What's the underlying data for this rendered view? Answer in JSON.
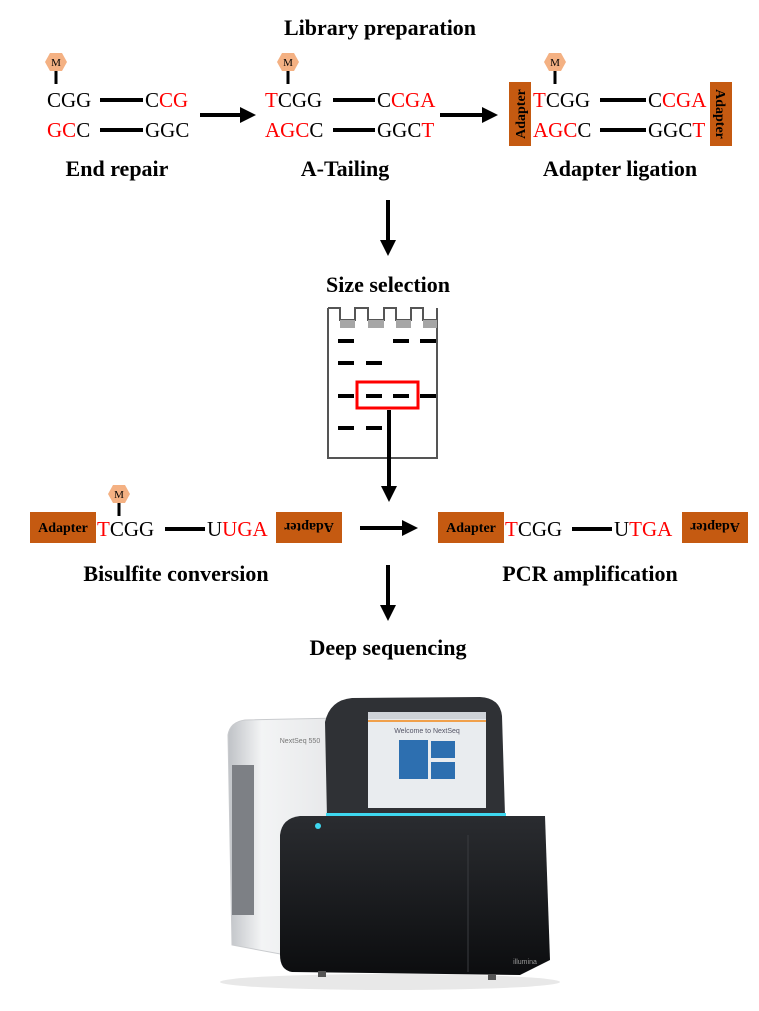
{
  "colors": {
    "modified": "#ff0000",
    "adapter": "#c55a11",
    "methyl": "#f4b183",
    "text": "#000000",
    "gel_well": "#a6a6a6",
    "highlight": "#ff0000"
  },
  "title": "Library preparation",
  "methyl_label": "M",
  "adapter_label": "Adapter",
  "steps": {
    "end_repair": {
      "label": "End repair",
      "top_left": [
        {
          "text": "CGG",
          "red": false
        }
      ],
      "top_right": [
        {
          "text": "C",
          "red": false
        },
        {
          "text": "CG",
          "red": true
        }
      ],
      "bottom_left": [
        {
          "text": "GC",
          "red": true
        },
        {
          "text": "C",
          "red": false
        }
      ],
      "bottom_right": [
        {
          "text": "GGC",
          "red": false
        }
      ]
    },
    "a_tailing": {
      "label": "A-Tailing",
      "top_left": [
        {
          "text": "T",
          "red": true
        },
        {
          "text": "CGG",
          "red": false
        }
      ],
      "top_right": [
        {
          "text": "C",
          "red": false
        },
        {
          "text": "CGA",
          "red": true
        }
      ],
      "bottom_left": [
        {
          "text": "AGC",
          "red": true
        },
        {
          "text": "C",
          "red": false
        }
      ],
      "bottom_right": [
        {
          "text": "GGC",
          "red": false
        },
        {
          "text": "T",
          "red": true
        }
      ]
    },
    "adapter_ligation": {
      "label": "Adapter ligation",
      "top_left": [
        {
          "text": "T",
          "red": true
        },
        {
          "text": "CGG",
          "red": false
        }
      ],
      "top_right": [
        {
          "text": "C",
          "red": false
        },
        {
          "text": "CGA",
          "red": true
        }
      ],
      "bottom_left": [
        {
          "text": "AGC",
          "red": true
        },
        {
          "text": "C",
          "red": false
        }
      ],
      "bottom_right": [
        {
          "text": "GGC",
          "red": false
        },
        {
          "text": "T",
          "red": true
        }
      ]
    },
    "size_selection": {
      "label": "Size selection"
    },
    "bisulfite": {
      "label": "Bisulfite conversion",
      "left": [
        {
          "text": "T",
          "red": true
        },
        {
          "text": "CGG",
          "red": false
        }
      ],
      "right": [
        {
          "text": "U",
          "red": false
        },
        {
          "text": "UGA",
          "red": true
        }
      ]
    },
    "pcr": {
      "label": "PCR amplification",
      "left": [
        {
          "text": "T",
          "red": true
        },
        {
          "text": "CGG",
          "red": false
        }
      ],
      "right": [
        {
          "text": "U",
          "red": false
        },
        {
          "text": "TGA",
          "red": true
        }
      ]
    },
    "deep_sequencing": {
      "label": "Deep sequencing"
    }
  },
  "instrument": {
    "model": "NextSeq 550",
    "screen_title": "Welcome to NextSeq",
    "brand": "illumina"
  }
}
